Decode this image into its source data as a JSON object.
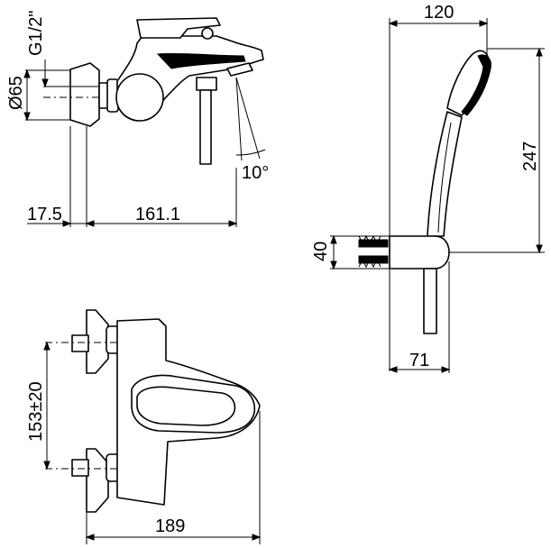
{
  "dimensions": {
    "thread_label": "G1/2\"",
    "diameter_label": "Ø65",
    "wall_offset": "17.5",
    "spout_length": "161.1",
    "spout_angle": "10°",
    "handshower_width": "120",
    "handshower_height": "247",
    "holder_height": "40",
    "holder_depth": "71",
    "inlet_spacing": "153±20",
    "overall_width": "189"
  }
}
